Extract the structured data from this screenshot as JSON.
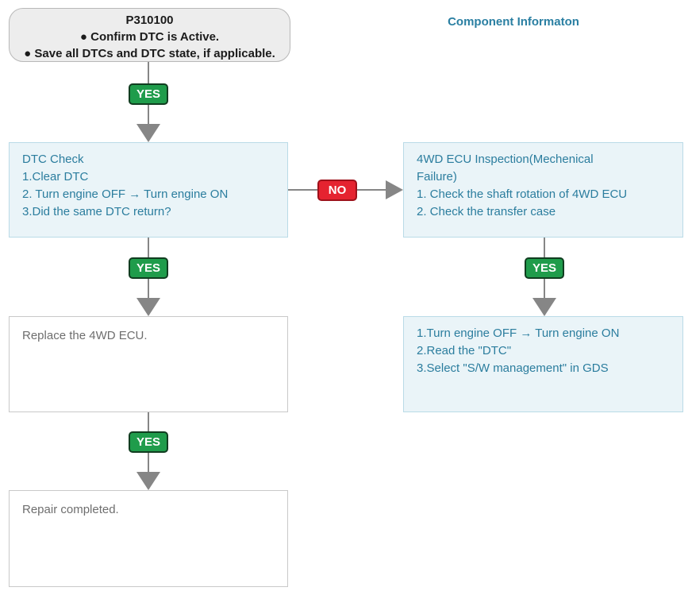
{
  "header": {
    "title": "Component Informaton"
  },
  "start_node": {
    "code": "P310100",
    "bullet1": "● Confirm DTC is Active.",
    "bullet2": "● Save all DTCs and DTC state, if applicable."
  },
  "connectors": {
    "yes_top": "YES",
    "no_right": "NO",
    "yes_left_mid": "YES",
    "yes_right_mid": "YES",
    "yes_bottom": "YES"
  },
  "nodes": {
    "dtc_check": {
      "title": "DTC Check",
      "step1": "1.Clear DTC",
      "step2": "2. Turn engine OFF → Turn engine ON",
      "step3": "3.Did the same DTC return?"
    },
    "ecu_inspection": {
      "title": "4WD ECU Inspection(Mechenical Failure)",
      "step1": "1. Check the shaft rotation of 4WD ECU",
      "step2": "2. Check the transfer case"
    },
    "replace_ecu": {
      "text": "Replace the 4WD ECU."
    },
    "gds_steps": {
      "step1": "1.Turn engine OFF → Turn engine ON",
      "step2": "2.Read the \"DTC\"",
      "step3": "3.Select \"S/W management\" in GDS"
    },
    "repair_completed": {
      "text": "Repair completed."
    }
  },
  "colors": {
    "teal_text": "#2b7d9e",
    "blue_box_fill": "#eaf4f8",
    "blue_box_border": "#badbe7",
    "yes_green": "#1f9c4b",
    "no_red": "#e52330",
    "arrow_gray": "#868686"
  }
}
